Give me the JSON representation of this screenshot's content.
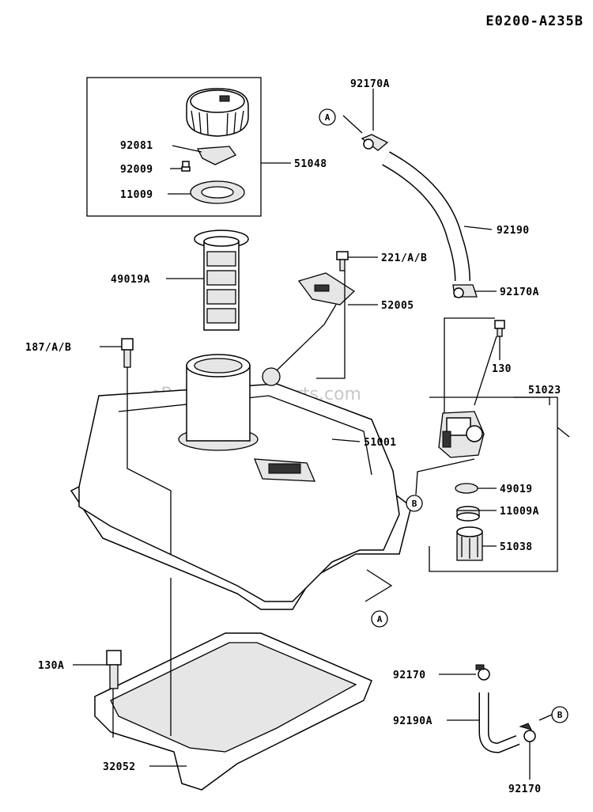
{
  "diagram_code": "E0200-A235B",
  "watermark": "eReplacementParts.com",
  "part_labels": {
    "p92170A_top": "92170A",
    "p92081": "92081",
    "p92009": "92009",
    "p51048": "51048",
    "p11009": "11009",
    "p92190": "92190",
    "p221": "221/A/B",
    "p92170A_mid": "92170A",
    "p49019A": "49019A",
    "p52005": "52005",
    "p187": "187/A/B",
    "p130": "130",
    "p51023": "51023",
    "p51001": "51001",
    "p49019": "49019",
    "p11009A": "11009A",
    "p51038": "51038",
    "p130A": "130A",
    "p92170_low": "92170",
    "p92190A": "92190A",
    "p32052": "32052",
    "p92170_bottom": "92170"
  },
  "ref_markers": {
    "a_top": "A",
    "a_low": "A",
    "b_mid": "B",
    "b_low": "B"
  }
}
